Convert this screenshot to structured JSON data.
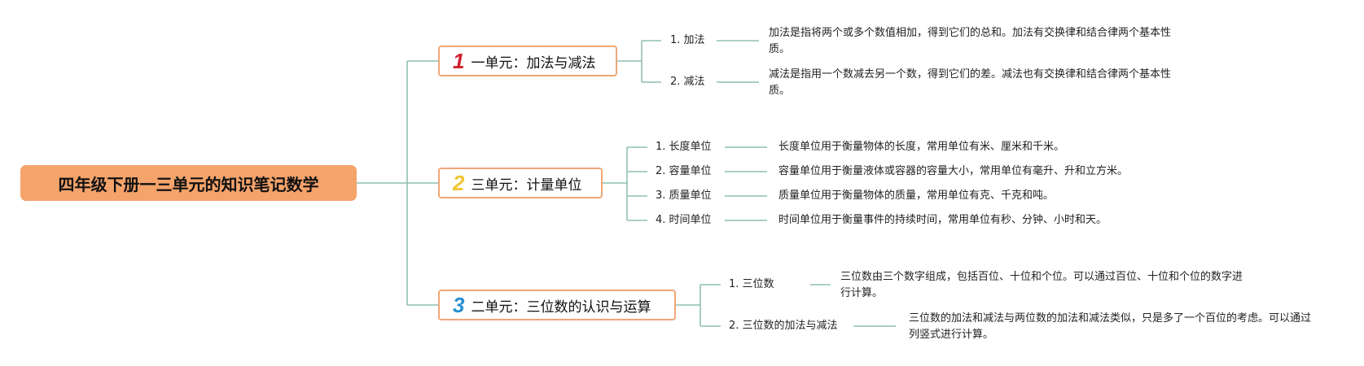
{
  "root": {
    "title": "四年级下册一三单元的知识笔记数学"
  },
  "branches": [
    {
      "number": "1",
      "number_color": "#d0202f",
      "title": "一单元：加法与减法",
      "items": [
        {
          "label": "1. 加法",
          "description": "加法是指将两个或多个数值相加，得到它们的总和。加法有交换律和结合律两个基本性质。"
        },
        {
          "label": "2. 减法",
          "description": "减法是指用一个数减去另一个数，得到它们的差。减法也有交换律和结合律两个基本性质。"
        }
      ]
    },
    {
      "number": "2",
      "number_color": "#f2c531",
      "title": "三单元：计量单位",
      "items": [
        {
          "label": "1. 长度单位",
          "description": "长度单位用于衡量物体的长度，常用单位有米、厘米和千米。"
        },
        {
          "label": "2. 容量单位",
          "description": "容量单位用于衡量液体或容器的容量大小，常用单位有毫升、升和立方米。"
        },
        {
          "label": "3. 质量单位",
          "description": "质量单位用于衡量物体的质量，常用单位有克、千克和吨。"
        },
        {
          "label": "4. 时间单位",
          "description": "时间单位用于衡量事件的持续时间，常用单位有秒、分钟、小时和天。"
        }
      ]
    },
    {
      "number": "3",
      "number_color": "#2a8fd0",
      "title": "二单元：三位数的认识与运算",
      "items": [
        {
          "label": "1. 三位数",
          "description": "三位数由三个数字组成，包括百位、十位和个位。可以通过百位、十位和个位的数字进行计算。"
        },
        {
          "label": "2. 三位数的加法与减法",
          "description": "三位数的加法和减法与两位数的加法和减法类似，只是多了一个百位的考虑。可以通过列竖式进行计算。"
        }
      ]
    }
  ],
  "colors": {
    "connector": "#8fbfb0",
    "branch_border": "#f0a676",
    "root_fill": "#f4a36b"
  }
}
